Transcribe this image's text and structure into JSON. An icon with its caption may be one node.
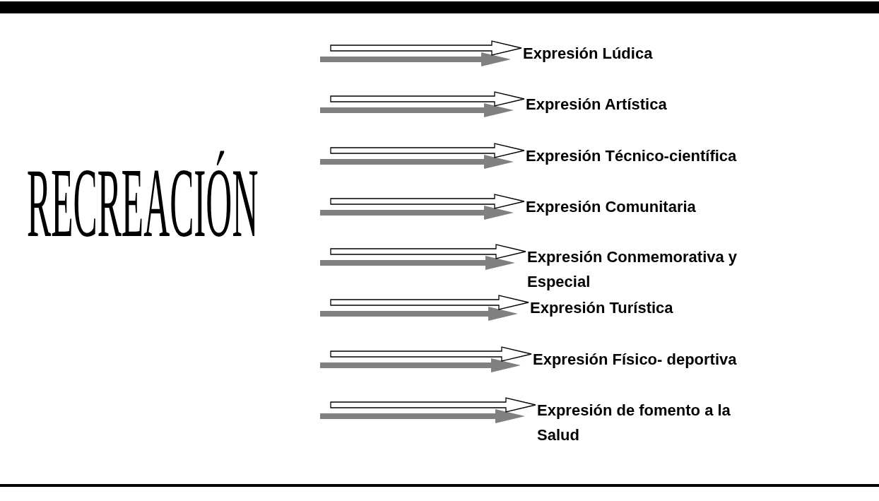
{
  "diagram": {
    "nodes": [
      {
        "text": [],
        "shape": "bar"
      },
      {
        "text": [
          "RECREACIÓN"
        ]
      },
      {
        "text": [
          "Expresión Lúdica"
        ]
      },
      {
        "text": [
          "Expresión Artística"
        ]
      },
      {
        "text": [
          "Expresión Técnico-científica"
        ]
      },
      {
        "text": [
          "Expresión Comunitaria"
        ]
      },
      {
        "text": [
          "Expresión Conmemorativa y Especial"
        ]
      },
      {
        "text": [
          "Expresión Turística"
        ]
      },
      {
        "text": [
          "Expresión Físico- deportiva"
        ]
      },
      {
        "text": [
          "Expresión de fomento a la Salud"
        ]
      }
    ],
    "edges": [
      {
        "from": null,
        "to": 2,
        "arrow": "to"
      },
      {
        "from": null,
        "to": 3,
        "arrow": "to"
      },
      {
        "from": null,
        "to": 4,
        "arrow": "to"
      },
      {
        "from": null,
        "to": 5,
        "arrow": "to"
      },
      {
        "from": null,
        "to": 6,
        "arrow": "to"
      },
      {
        "from": null,
        "to": 7,
        "arrow": "to"
      },
      {
        "from": null,
        "to": 8,
        "arrow": "to"
      },
      {
        "from": null,
        "to": 9,
        "arrow": "to"
      }
    ]
  }
}
